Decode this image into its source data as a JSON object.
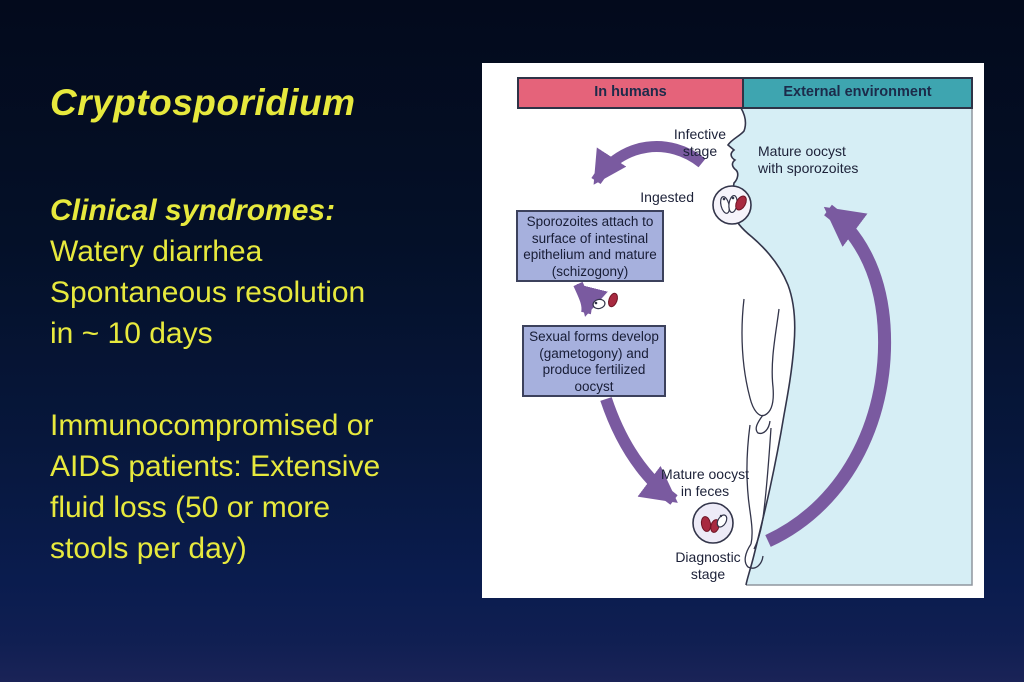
{
  "slide": {
    "title": "Cryptosporidium",
    "subtitle": "Clinical syndromes:",
    "para1": [
      "Watery diarrhea",
      "Spontaneous resolution",
      "in ~ 10 days"
    ],
    "para2": [
      "Immunocompromised or",
      "AIDS patients: Extensive",
      "fluid loss (50 or more",
      "stools per day)"
    ],
    "text_color": "#e7e93d",
    "background_top": "#030a1c",
    "background_bottom": "#1a2357"
  },
  "diagram": {
    "header_left": "In humans",
    "header_right": "External environment",
    "box1": [
      "Sporozoites attach to",
      "surface of intestinal",
      "epithelium and mature",
      "(schizogony)"
    ],
    "box2": [
      "Sexual forms develop",
      "(gametogony) and",
      "produce fertilized",
      "oocyst"
    ],
    "labels": {
      "infective": [
        "Infective",
        "stage"
      ],
      "mature_top": [
        "Mature oocyst",
        "with sporozoites"
      ],
      "ingested": "Ingested",
      "feces": [
        "Mature oocyst",
        "in feces"
      ],
      "diagnostic": [
        "Diagnostic",
        "stage"
      ]
    },
    "colors": {
      "humans_bar": "#e5637a",
      "environment_bar": "#3ea5b0",
      "environment_bg": "#d6eef5",
      "box_bg": "#a6b0dd",
      "arrow_purple": "#7a5aa0",
      "panel_bg": "#ffffff",
      "diagram_text": "#1c2138",
      "oocyst_red": "#a82a40"
    }
  }
}
